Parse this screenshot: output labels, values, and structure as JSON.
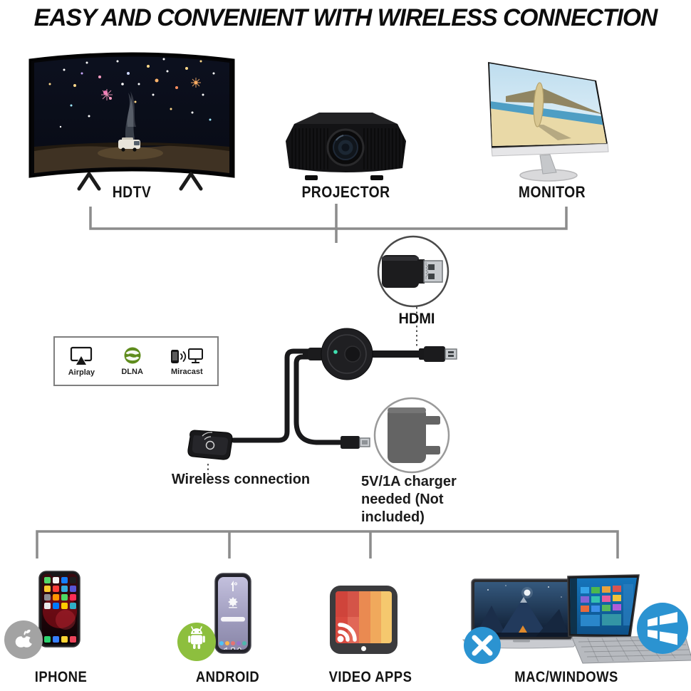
{
  "title": "EASY AND CONVENIENT WITH WIRELESS CONNECTION",
  "top_devices": [
    {
      "id": "hdtv",
      "label": "HDTV"
    },
    {
      "id": "projector",
      "label": "PROJECTOR"
    },
    {
      "id": "monitor",
      "label": "MONITOR"
    }
  ],
  "hdmi": {
    "label": "HDMI"
  },
  "features_box": {
    "items": [
      {
        "icon": "airplay-icon",
        "label": "Airplay"
      },
      {
        "icon": "dlna-icon",
        "label": "DLNA"
      },
      {
        "icon": "miracast-icon",
        "label": "Miracast"
      }
    ]
  },
  "dongle": {
    "wireless_label": "Wireless connection",
    "charger_note": {
      "line1": "5V/1A charger",
      "line2": "needed (Not",
      "line3": "included)"
    }
  },
  "bottom_devices": [
    {
      "id": "iphone",
      "label": "IPHONE"
    },
    {
      "id": "android",
      "label": "ANDROID"
    },
    {
      "id": "video_apps",
      "label": "VIDEO APPS"
    },
    {
      "id": "mac_windows",
      "label": "MAC/WINDOWS"
    }
  ],
  "colors": {
    "background": "#ffffff",
    "text": "#141414",
    "connector_gray": "#8c8c8c",
    "device_black": "#19191b",
    "metal": "#c0c3c6",
    "charger_gray": "#646464",
    "android_green": "#8dbf3e",
    "apple_gray": "#a3a3a3",
    "os_blue": "#2b93d1",
    "dlna_green": "#5f8c1d",
    "app_stripe_colors": [
      "#d7493f",
      "#e16757",
      "#ea8a51",
      "#f0a95c",
      "#f5c86e"
    ],
    "led_green": "#3fe0b0"
  }
}
